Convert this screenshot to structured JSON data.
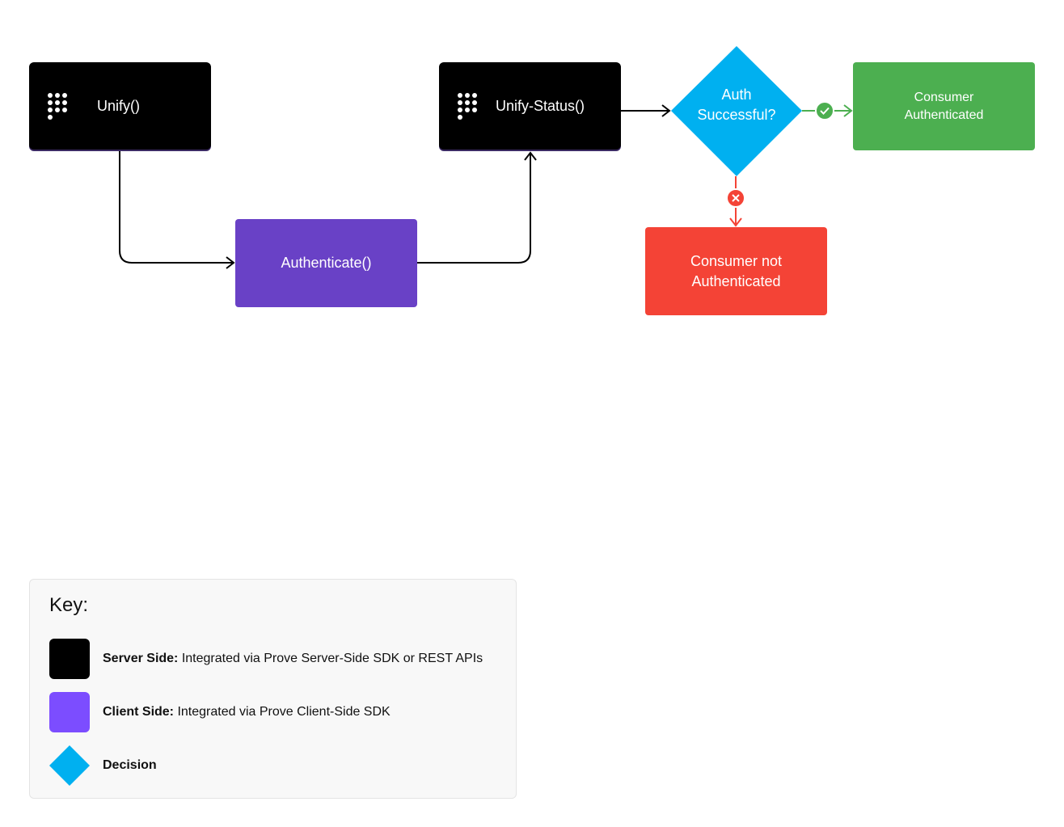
{
  "nodes": {
    "unify": {
      "label": "Unify()"
    },
    "unify_status": {
      "label": "Unify-Status()"
    },
    "authenticate": {
      "label": "Authenticate()"
    },
    "decision": {
      "label": "Auth\nSuccessful?"
    },
    "authenticated": {
      "label": "Consumer\nAuthenticated"
    },
    "not_authenticated": {
      "label": "Consumer not\nAuthenticated"
    }
  },
  "legend": {
    "title": "Key:",
    "server": {
      "bold": "Server Side:",
      "text": " Integrated via Prove Server-Side SDK or REST APIs"
    },
    "client": {
      "bold": "Client Side:",
      "text": " Integrated via Prove Client-Side SDK"
    },
    "decision": {
      "text": "Decision"
    }
  },
  "colors": {
    "server": "#000000",
    "client": "#6941c6",
    "client_key": "#7c4dff",
    "decision": "#00b0f0",
    "success": "#4caf50",
    "failure": "#f44336"
  }
}
